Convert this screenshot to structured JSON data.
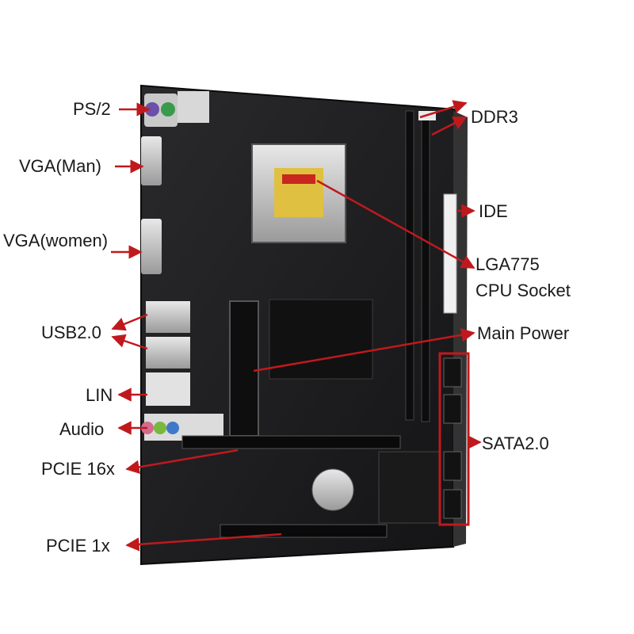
{
  "labels": {
    "ps2": "PS/2",
    "vga_man": "VGA(Man)",
    "vga_women": "VGA(women)",
    "usb": "USB2.0",
    "lin": "LIN",
    "audio": "Audio",
    "pcie16": "PCIE 16x",
    "pcie1": "PCIE 1x",
    "ddr3": "DDR3",
    "ide": "IDE",
    "lga_line1": "LGA775",
    "lga_line2": "CPU Socket",
    "main_power": "Main Power",
    "sata": "SATA2.0"
  },
  "colors": {
    "arrow": "#c0191d",
    "board": "#1c1c1e",
    "label_text": "#1a1a1a"
  }
}
